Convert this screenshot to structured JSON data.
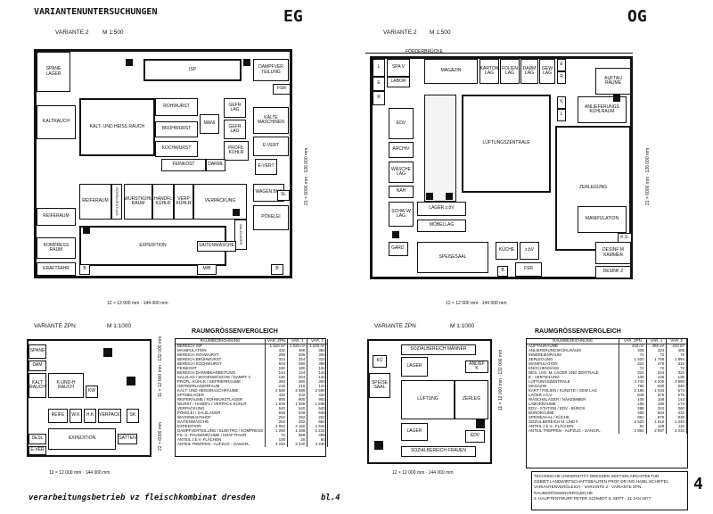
{
  "header": {
    "title": "VARIANTENUNTERSUCHUNGEN",
    "eg": "EG",
    "og": "OG"
  },
  "eg_plan": {
    "variant": "VARIANTE 2",
    "scale": "M 1:500",
    "dim_h": "12 × 12 000 mm · 144 000 mm",
    "dim_v1": "21 × 6000 mm · 126 000 mm",
    "rooms": {
      "spane_lager": "SPANE LAGER",
      "isp": "ISP",
      "dampfverteilung": "DAMPFVER TEILUNG",
      "fsr": "FSR",
      "kaltrauch": "KALTRAUCH",
      "kalt_heiss": "KALT- UND HEISS RAUCH",
      "rohwurst": "ROHWURST",
      "bruhwurst": "BRÜHWURST",
      "kochwurst": "KOCHWURST",
      "mani": "MANI",
      "gefr_lag": "GEFR LAG",
      "kalte_maschinen": "KÄLTE MASCHINEN",
      "e_vert": "E-VERT",
      "profil_kuhlr": "PROFIL KÜHLR",
      "feinkost": "FEINKOST",
      "darml": "DARML",
      "wagen_bhf": "WAGEN BHF",
      "sl": "SL",
      "reiferaum": "REIFERAUM",
      "rohwurstlag": "ROHWURSTLAG",
      "wurstkuhl": "WURSTKÜHL RAUM",
      "handfl": "HANDFL KÜHLR",
      "verp_kuhlr": "VERP KÜHLR",
      "verpackung": "VERPACKUNG",
      "pokelei": "PÖKELEI",
      "reiferaum2": "REIFERAUM",
      "salzlager": "SALZLAGER",
      "kompress": "KOMPRESS RAUM",
      "expedition": "EXPEDITION",
      "saitenwasche": "SAITENWÄSCHE",
      "kraftfahr": "KRAFTFAHR",
      "b1": "B",
      "b2": "B",
      "mb": "M/B"
    }
  },
  "og_plan": {
    "variant": "VARIANTE 2",
    "scale": "M 1:500",
    "forderbrucke": "FÖRDERBRÜCKE",
    "dim_h": "12 × 12 000 mm · 144 000 mm",
    "dim_v1": "21 × 6000 mm · 126 000 mm",
    "rooms": {
      "l": "L",
      "spa_v": "SPA V",
      "magazin": "MAGAZIN",
      "karton_lag": "KARTON LAG",
      "folien_lag": "FOLIEN LAG",
      "darm_lag": "DARM LAG",
      "gew_lag": "GEW LAG",
      "e": "E",
      "r": "R",
      "labor": "LABOR",
      "aufta_raume": "AUFTAU RÄUME",
      "k": "K",
      "l2": "L",
      "anlieferungs": "ANLIEFERUNGS KÜHLRAUM",
      "edv": "EDV",
      "luftungszentrale": "LÜFTUNGSZENTRALE",
      "zerlegung": "ZERLEGUNG",
      "archiv": "ARCHIV",
      "wasche_lag": "WÄSCHE LAG",
      "nah": "NÄH",
      "lager_zbv": "LAGER z.bV",
      "schwarz_lag": "SCHW W LAG",
      "mobellag": "MÖBELLAG",
      "manipulation": "MANIPULATION",
      "ks": "K.S.",
      "gard": "GARD.",
      "kuche": "KÜCHE",
      "zbv": "z.bV",
      "desinf_kammer": "DESINF M KAMMER",
      "speisesaal": "SPEISESAAL",
      "b": "B",
      "fsr": "FSR",
      "desinf_z": "DESINF Z"
    }
  },
  "zpn_eg": {
    "title": "VARIANTE ZPN",
    "scale": "M 1:1000",
    "dim_h": "12 × 12 000 mm · 144 000 mm",
    "dim_v1": "11 × 12 000 mm · 132 000 mm",
    "dim_v2": "22 × 6000 mm",
    "rooms": {
      "spane": "SPANE",
      "dam": "DAM",
      "kalt_rauch": "KALT RAUCH",
      "k_und_h": "K-UND-H RAUCH",
      "kw": "KW",
      "reife": "REIFE",
      "wk": "W.K",
      "hk": "H.K",
      "verpack": "VERPACK",
      "sk": "SK",
      "expedition": "EXPEDITION",
      "satten": "SATTEN",
      "desl": "DESL",
      "ever": "E-VER"
    }
  },
  "zpn_og": {
    "title": "VARIANTE ZPN",
    "scale": "M 1:1000",
    "dim_h": "12 × 12 000 mm · 144 000 mm",
    "dim_v1": "11 × 12 000 mm · 132 000 mm",
    "rooms": {
      "sozial_manner": "SOZIALBEREICH MÄNNER",
      "ku": "KÜ",
      "speise_saal": "SPEISE SAAL",
      "lager": "LAGER",
      "anlief_k": "ANLIEF K",
      "luftung": "LÜFTUNG",
      "zerleg": "ZERLEG",
      "lager2": "LAGER",
      "edv": "EDV",
      "sozial_frauen": "SOZIALBEREICH FRAUEN"
    }
  },
  "table_eg": {
    "title": "RAUMGRÖSSENVERGLEICH",
    "columns": [
      "RAUMBEZEICHNUNG",
      "VAR. ZPN",
      "VAR. 1",
      "VAR. 2"
    ],
    "rows": [
      [
        "BEREICH ISP",
        "1 520 m²",
        "1 520 m²",
        "1 520 m²"
      ],
      [
        "MANIPULATION",
        "432",
        "480",
        "384"
      ],
      [
        "BEREICH ROHWURST",
        "288",
        "306",
        "306"
      ],
      [
        "BEREICH BRÜHWURST",
        "324",
        "324",
        "324"
      ],
      [
        "BEREICH KOCHWURST",
        "504",
        "480",
        "396"
      ],
      [
        "FEINKOST",
        "180",
        "180",
        "182"
      ],
      [
        "BEREICH DARMBEARBEITUNG",
        "144",
        "144",
        "144"
      ],
      [
        "SALZLAG / WAGENWÄSCHE / DAMPF V",
        "180",
        "204",
        "132"
      ],
      [
        "PROFL. KÜHLR / GEFRIERRAUME",
        "360",
        "360",
        "360"
      ],
      [
        "GEFRIERLAGERRAUM",
        "216",
        "216",
        "144"
      ],
      [
        "KALT- UND HEISSRAUCHRÄUME",
        "2 590",
        "2 590",
        "2 590"
      ],
      [
        "SPÄNELAGER",
        "432",
        "432",
        "432"
      ],
      [
        "REIFERÄUME / ROHWURSTLAGER",
        "900",
        "900",
        "900"
      ],
      [
        "WURST / HANDFL / VERPACK KÜHLR",
        "1 936",
        "1 936",
        "1 936"
      ],
      [
        "VERPACKUNG",
        "540",
        "540",
        "540"
      ],
      [
        "PÖKELEI / SALZLAGER",
        "648",
        "648",
        "648"
      ],
      [
        "WAGENBAHNHOF",
        "252",
        "252",
        "252"
      ],
      [
        "SAITENWÄSCHE",
        "252",
        "252",
        "684"
      ],
      [
        "EXPEDITION",
        "2 652",
        "2 160",
        "1 944"
      ],
      [
        "DAMPFVERTEILUNG / ELEKTRO / KOMPRESS",
        "1 260",
        "1 188",
        "1 224"
      ],
      [
        "FS- U. PAUSENRÄUME / KRAFTFAHR",
        "72",
        "558",
        "498"
      ],
      [
        "ANTEIL z.b.V.-FLÄCHEN",
        "108",
        "26",
        "60"
      ],
      [
        "ANTEIL TREPPEN - AUFZUG - GANGFL",
        "3 240",
        "3 240",
        "3 240"
      ]
    ]
  },
  "table_og": {
    "title": "RAUMGRÖSSENVERGLEICH",
    "columns": [
      "RAUMBEZEICHNUNG",
      "VAR. ZPN",
      "VAR. 1",
      "VAR. 2"
    ],
    "rows": [
      [
        "AUFTAURÄUME",
        "410 m²",
        "456 m²",
        "410 m²"
      ],
      [
        "ANLIEFERUNGSKÜHLRAUM",
        "336",
        "324",
        "405"
      ],
      [
        "INNEREIENRAUM",
        "72",
        "72",
        "72"
      ],
      [
        "ZERLEGUNG",
        "1 520",
        "1 758",
        "1 894"
      ],
      [
        "MANIPULATION",
        "324",
        "378",
        "315"
      ],
      [
        "KNOCHENSÄGE",
        "72",
        "72",
        "72"
      ],
      [
        "DES. LSG. M. LAGER UND ZENTRALE",
        "324",
        "324",
        "324"
      ],
      [
        "E - VERTEILUNG",
        "108",
        "126",
        "135"
      ],
      [
        "LÜFTUNGSZENTRALE",
        "3 740",
        "4 200",
        "3 980"
      ],
      [
        "MAGAZIN",
        "756",
        "630",
        "540"
      ],
      [
        "KART / FOLIEN / KUNSTD / GEW LAG",
        "2 186",
        "1 034",
        "674"
      ],
      [
        "LAGER z.b.V.",
        "648",
        "576",
        "576"
      ],
      [
        "WÄSCHELAGER / NÄHZIMMER",
        "108",
        "108",
        "144"
      ],
      [
        "LABORRÄUME",
        "156",
        "180",
        "174"
      ],
      [
        "EDV - STATION / EDV - BÜROS",
        "288",
        "324",
        "360"
      ],
      [
        "BÜRORÄUME",
        "468",
        "504",
        "432"
      ],
      [
        "SPEISESAAL / KÜCHE",
        "852",
        "876",
        "936"
      ],
      [
        "SOZIALBEREICH M. UND F.",
        "2 520",
        "1 510",
        "1 440"
      ],
      [
        "ANTEIL z.b.V.- FLÄCHEN",
        "81",
        "128",
        "110"
      ],
      [
        "ANTEIL TREPPEN - AUFZUG - GANGFL",
        "2 892",
        "2 997",
        "3 034"
      ]
    ]
  },
  "titleblock": {
    "line1": "TECHNISCHE UNIVERSITÄT DRESDEN  SEKTION ARCHITEKTUR",
    "line2": "GEBIET LANDWIRTSCHAFTSBAUTEN PROF DR ING HABIL SCHIFFEL",
    "line3": "VARIANTENVERGLEICH · VARIANTE 2 · VARIANTE ZPN",
    "line4": "RAUMGRÖSSENVERGLEICHE",
    "line5": "2. HAUPTENTWURF  PETER SCHMIDT  6. SEPT - 21 JAN 1977",
    "sheet": "4"
  },
  "footer": {
    "text": "verarbeitungsbetrieb  vz  fleischkombinat  dresden",
    "sheet": "bl.4"
  }
}
